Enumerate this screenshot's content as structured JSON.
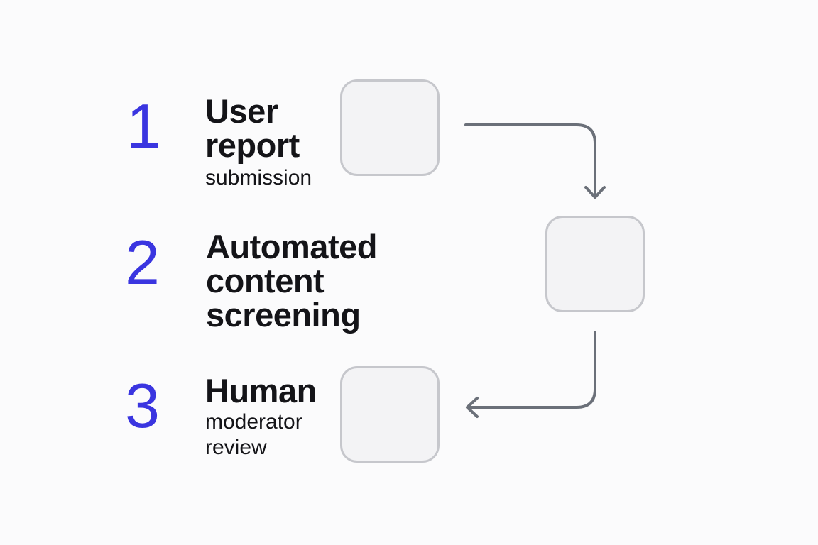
{
  "steps": [
    {
      "number": "1",
      "title_lines": [
        "User",
        "report"
      ],
      "subtitle_lines": [
        "submission"
      ]
    },
    {
      "number": "2",
      "title_lines": [
        "Automated",
        "content",
        "screening"
      ],
      "subtitle_lines": []
    },
    {
      "number": "3",
      "title_lines": [
        "Human"
      ],
      "subtitle_lines": [
        "moderator",
        "review"
      ]
    }
  ],
  "colors": {
    "accent": "#3a35e0",
    "text": "#141418",
    "box_border": "#c6c7cc",
    "box_fill": "#f3f3f5",
    "connector": "#6b7079",
    "background": "#fbfbfc"
  }
}
